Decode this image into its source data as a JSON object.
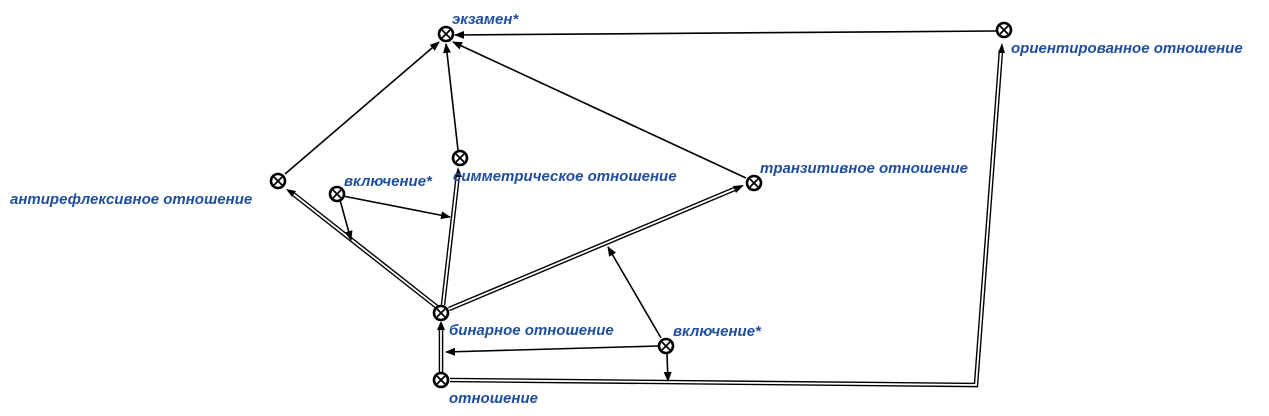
{
  "diagram": {
    "nodes": [
      {
        "id": "ekzamen",
        "label": "экзамен*"
      },
      {
        "id": "orient",
        "label": "ориентированное отношение"
      },
      {
        "id": "antiref",
        "label": "антирефлексивное отношение"
      },
      {
        "id": "vkl1",
        "label": "включение*"
      },
      {
        "id": "simm",
        "label": "симметрическое отношение"
      },
      {
        "id": "tranz",
        "label": "транзитивное отношение"
      },
      {
        "id": "binar",
        "label": "бинарное отношение"
      },
      {
        "id": "vkl2",
        "label": "включение*"
      },
      {
        "id": "otnosh",
        "label": "отношение"
      }
    ],
    "edges": [
      {
        "from": "orient",
        "to": "ekzamen",
        "style": "arrow"
      },
      {
        "from": "antiref",
        "to": "ekzamen",
        "style": "arrow"
      },
      {
        "from": "simm",
        "to": "ekzamen",
        "style": "arrow"
      },
      {
        "from": "tranz",
        "to": "ekzamen",
        "style": "arrow"
      },
      {
        "from": "binar",
        "to": "antiref",
        "style": "double-arrow"
      },
      {
        "from": "binar",
        "to": "simm",
        "style": "double-arrow"
      },
      {
        "from": "binar",
        "to": "tranz",
        "style": "double-arrow"
      },
      {
        "from": "otnosh",
        "to": "binar",
        "style": "double-arrow"
      },
      {
        "from": "otnosh",
        "to": "orient",
        "style": "double-arrow"
      },
      {
        "from": "vkl1",
        "to": "binar-antiref-edge",
        "style": "arrow"
      },
      {
        "from": "vkl1",
        "to": "binar-simm-edge",
        "style": "arrow"
      },
      {
        "from": "vkl2",
        "to": "binar-tranz-edge",
        "style": "arrow"
      },
      {
        "from": "vkl2",
        "to": "otnosh-binar-edge",
        "style": "arrow"
      },
      {
        "from": "vkl2",
        "to": "otnosh-orient-edge",
        "style": "arrow"
      }
    ]
  }
}
